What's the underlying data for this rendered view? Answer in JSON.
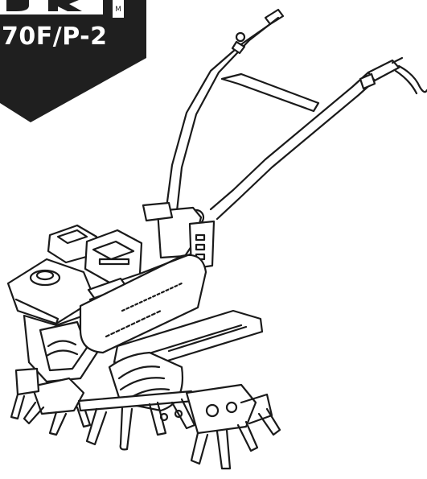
{
  "badge": {
    "model_code": "70F/P-2",
    "logo_text": "DK",
    "trademark_mark": "M",
    "colors": {
      "badge_bg": "#1f1f1f",
      "badge_text": "#ffffff"
    }
  },
  "illustration": {
    "subject": "tiller-cultivator-icon",
    "line_color": "#1a1a1a"
  }
}
